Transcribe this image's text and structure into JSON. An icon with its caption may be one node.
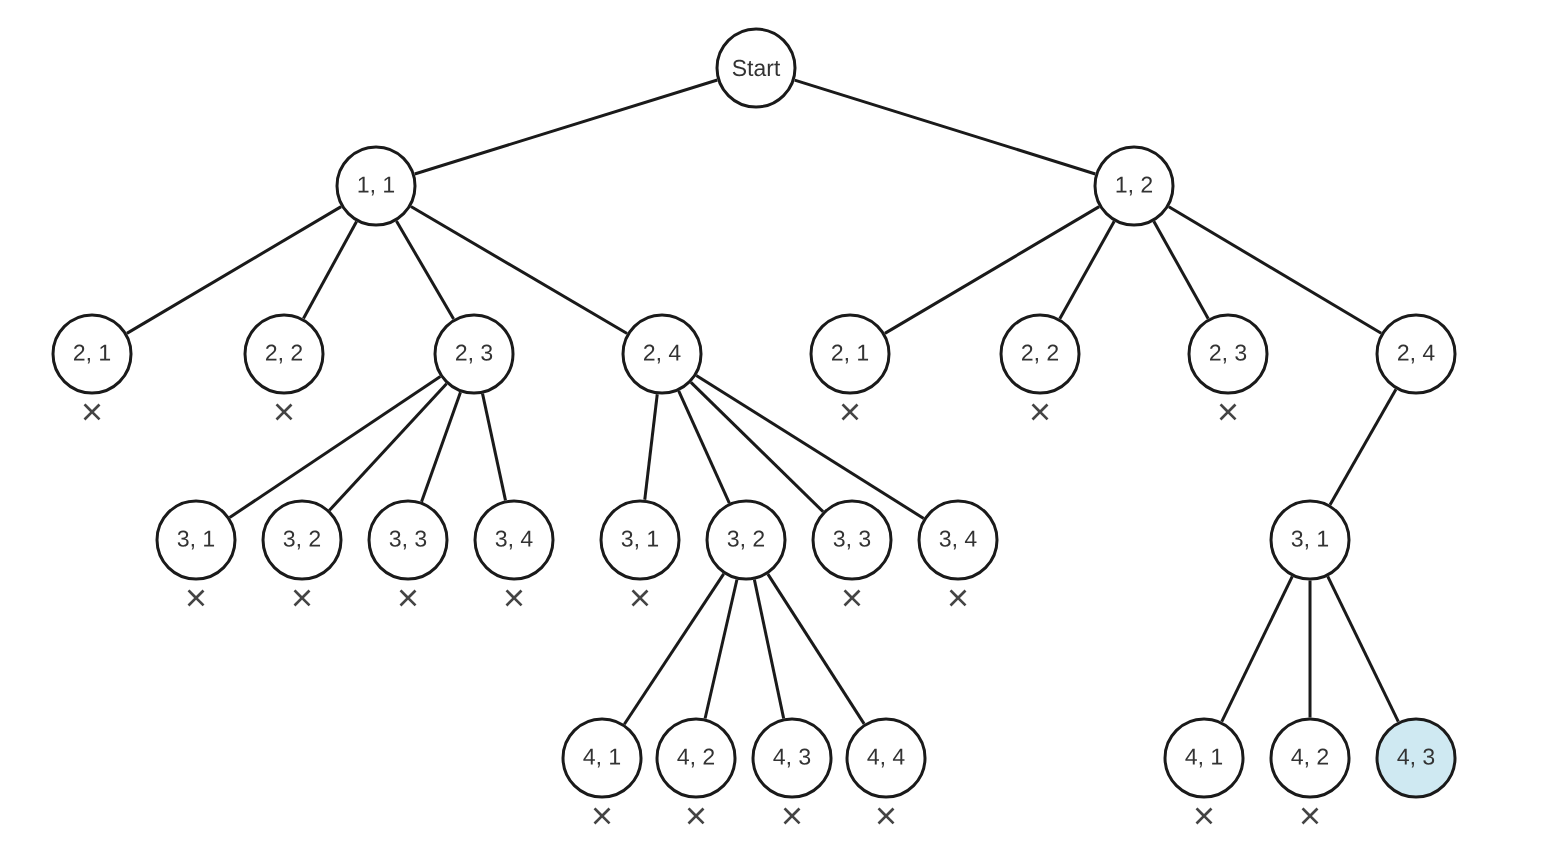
{
  "diagram": {
    "nodes": [
      {
        "text": [
          "Start"
        ]
      },
      {
        "text": [
          "1, 1"
        ]
      },
      {
        "text": [
          "1, 2"
        ]
      },
      {
        "text": [
          "2, 1"
        ],
        "beside": [
          "×"
        ]
      },
      {
        "text": [
          "2, 2"
        ],
        "beside": [
          "×"
        ]
      },
      {
        "text": [
          "2, 3"
        ]
      },
      {
        "text": [
          "2, 4"
        ]
      },
      {
        "text": [
          "2, 1"
        ],
        "beside": [
          "×"
        ]
      },
      {
        "text": [
          "2, 2"
        ],
        "beside": [
          "×"
        ]
      },
      {
        "text": [
          "2, 3"
        ],
        "beside": [
          "×"
        ]
      },
      {
        "text": [
          "2, 4"
        ]
      },
      {
        "text": [
          "3, 1"
        ],
        "beside": [
          "×"
        ]
      },
      {
        "text": [
          "3, 2"
        ],
        "beside": [
          "×"
        ]
      },
      {
        "text": [
          "3, 3"
        ],
        "beside": [
          "×"
        ]
      },
      {
        "text": [
          "3, 4"
        ],
        "beside": [
          "×"
        ]
      },
      {
        "text": [
          "3, 1"
        ],
        "beside": [
          "×"
        ]
      },
      {
        "text": [
          "3, 2"
        ]
      },
      {
        "text": [
          "3, 3"
        ],
        "beside": [
          "×"
        ]
      },
      {
        "text": [
          "3, 4"
        ],
        "beside": [
          "×"
        ]
      },
      {
        "text": [
          "3, 1"
        ]
      },
      {
        "text": [
          "4, 1"
        ],
        "beside": [
          "×"
        ]
      },
      {
        "text": [
          "4, 2"
        ],
        "beside": [
          "×"
        ]
      },
      {
        "text": [
          "4, 3"
        ],
        "beside": [
          "×"
        ]
      },
      {
        "text": [
          "4, 4"
        ],
        "beside": [
          "×"
        ]
      },
      {
        "text": [
          "4, 1"
        ],
        "beside": [
          "×"
        ]
      },
      {
        "text": [
          "4, 2"
        ],
        "beside": [
          "×"
        ]
      },
      {
        "text": [
          "4, 3"
        ]
      }
    ],
    "edges": [
      {
        "from": 0,
        "to": 1,
        "arrow": "none"
      },
      {
        "from": 0,
        "to": 2,
        "arrow": "none"
      },
      {
        "from": 1,
        "to": 3,
        "arrow": "none"
      },
      {
        "from": 1,
        "to": 4,
        "arrow": "none"
      },
      {
        "from": 1,
        "to": 5,
        "arrow": "none"
      },
      {
        "from": 1,
        "to": 6,
        "arrow": "none"
      },
      {
        "from": 2,
        "to": 7,
        "arrow": "none"
      },
      {
        "from": 2,
        "to": 8,
        "arrow": "none"
      },
      {
        "from": 2,
        "to": 9,
        "arrow": "none"
      },
      {
        "from": 2,
        "to": 10,
        "arrow": "none"
      },
      {
        "from": 5,
        "to": 11,
        "arrow": "none"
      },
      {
        "from": 5,
        "to": 12,
        "arrow": "none"
      },
      {
        "from": 5,
        "to": 13,
        "arrow": "none"
      },
      {
        "from": 5,
        "to": 14,
        "arrow": "none"
      },
      {
        "from": 6,
        "to": 15,
        "arrow": "none"
      },
      {
        "from": 6,
        "to": 16,
        "arrow": "none"
      },
      {
        "from": 6,
        "to": 17,
        "arrow": "none"
      },
      {
        "from": 6,
        "to": 18,
        "arrow": "none"
      },
      {
        "from": 10,
        "to": 19,
        "arrow": "none"
      },
      {
        "from": 16,
        "to": 20,
        "arrow": "none"
      },
      {
        "from": 16,
        "to": 21,
        "arrow": "none"
      },
      {
        "from": 16,
        "to": 22,
        "arrow": "none"
      },
      {
        "from": 16,
        "to": 23,
        "arrow": "none"
      },
      {
        "from": 19,
        "to": 24,
        "arrow": "none"
      },
      {
        "from": 19,
        "to": 25,
        "arrow": "none"
      },
      {
        "from": 19,
        "to": 26,
        "arrow": "none"
      }
    ]
  }
}
